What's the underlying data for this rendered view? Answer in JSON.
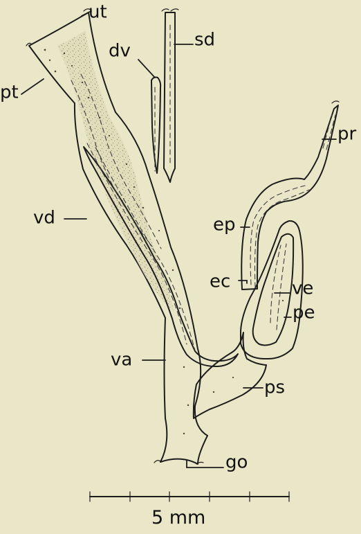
{
  "labels": {
    "ut": "ut",
    "sd": "sd",
    "dv": "dv",
    "pt": "pt",
    "pr": "pr",
    "vd": "vd",
    "ep": "ep",
    "ec": "ec",
    "ve": "ve",
    "pe": "pe",
    "va": "va",
    "ps": "ps",
    "go": "go"
  },
  "scale_bar": {
    "label": "5 mm"
  },
  "colors": {
    "background": "#e9e7c8",
    "ink": "#1c1c1c",
    "stipple": "#7f7a62"
  }
}
